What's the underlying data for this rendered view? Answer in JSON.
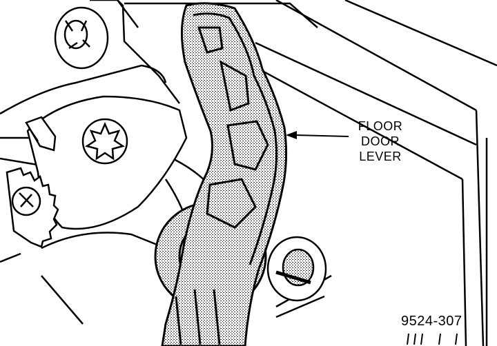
{
  "callout": {
    "lines": [
      "FLOOR",
      "DOOR",
      "LEVER"
    ]
  },
  "figure_number": "9524-307",
  "colors": {
    "ink": "#000000",
    "stipple": "#bdbdbd",
    "paper": "#ffffff"
  }
}
